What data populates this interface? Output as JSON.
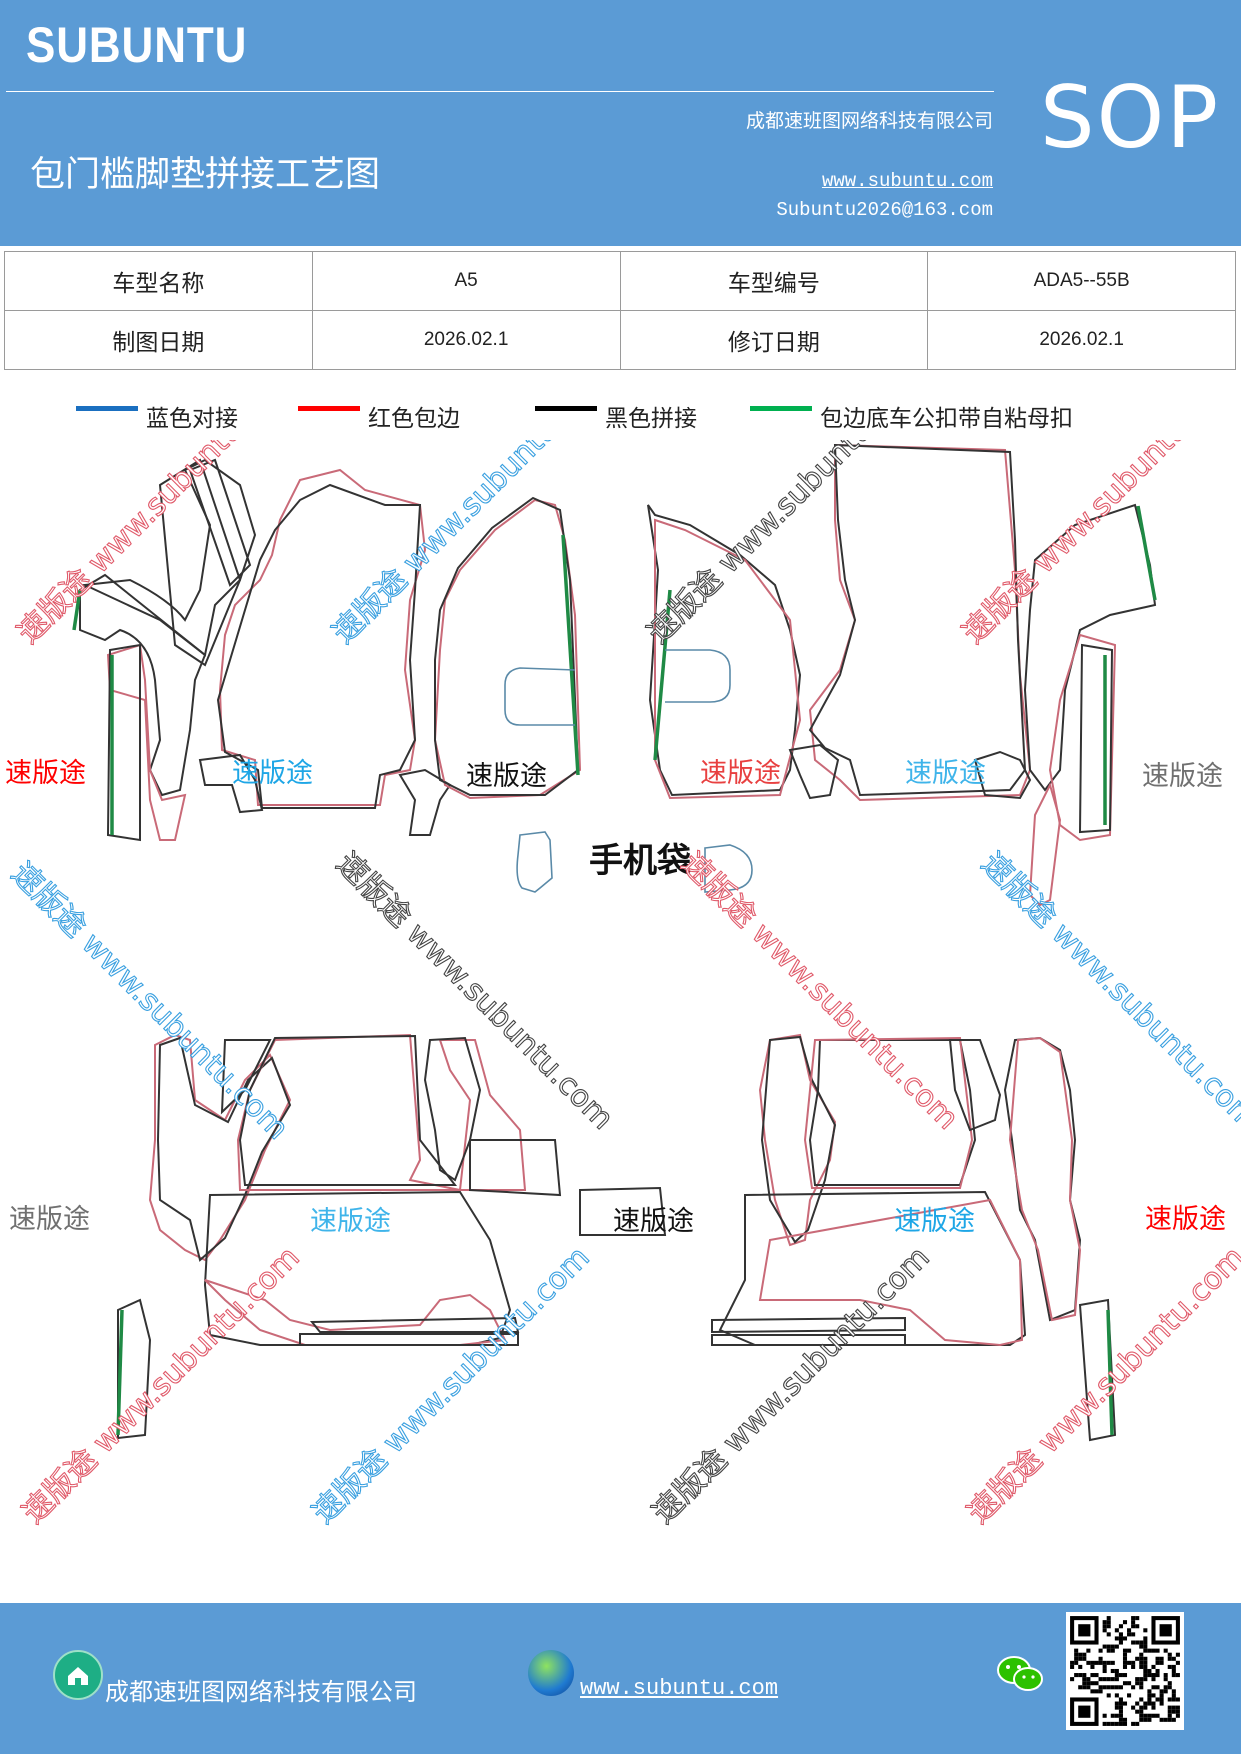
{
  "header": {
    "brand": "SUBUNTU",
    "sop": "SOP",
    "company": "成都速班图网络科技有限公司",
    "title": "包门槛脚垫拼接工艺图",
    "website": "www.subuntu.com",
    "email": "Subuntu2026@163.com"
  },
  "info_table": {
    "rows": [
      {
        "label1": "车型名称",
        "value1": "A5",
        "label2": "车型编号",
        "value2": "ADA5--55B"
      },
      {
        "label1": "制图日期",
        "value1": "2026.02.1",
        "label2": "修订日期",
        "value2": "2026.02.1"
      }
    ]
  },
  "legend": [
    {
      "label": "蓝色对接",
      "color": "#1a6fc0"
    },
    {
      "label": "红色包边",
      "color": "#ff0000"
    },
    {
      "label": "黑色拼接",
      "color": "#000000"
    },
    {
      "label": "包边底车公扣带自粘母扣",
      "color": "#00b050"
    }
  ],
  "drawing": {
    "piece_label": "速版途",
    "watermark": "速版途 www.subuntu.com",
    "phone_bag": "手机袋"
  },
  "footer": {
    "company": "成都速班图网络科技有限公司",
    "website": "www.subuntu.com",
    "icons": [
      "home-icon",
      "globe-icon",
      "wechat-icon",
      "qr-code"
    ]
  }
}
